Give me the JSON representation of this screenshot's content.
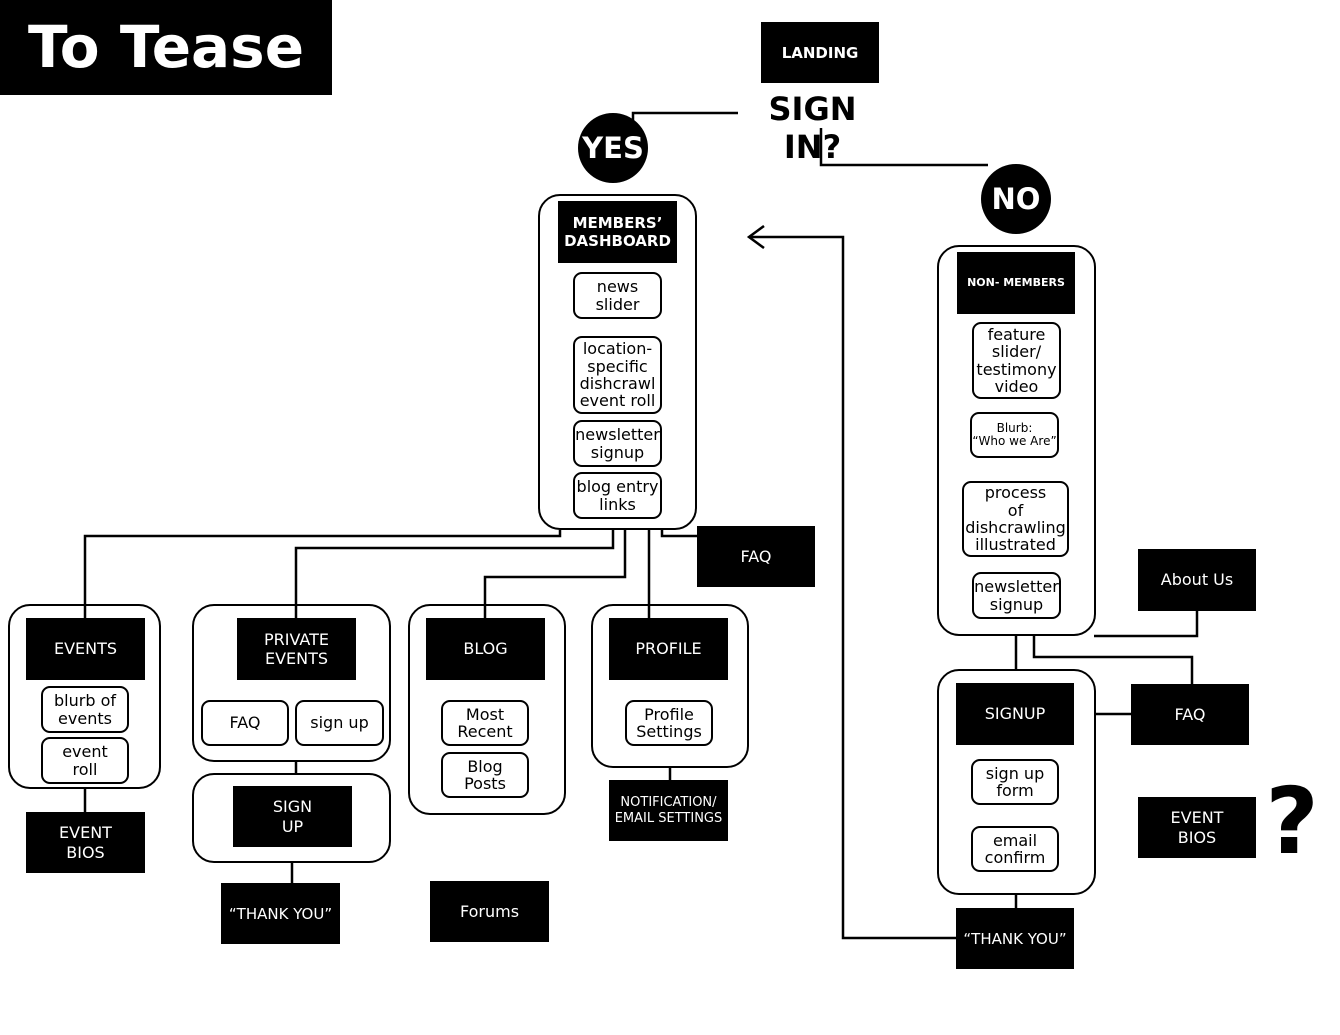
{
  "title": "To Tease",
  "landing": "LANDING",
  "sign_in": "SIGN IN?",
  "yes": "YES",
  "no": "NO",
  "members": {
    "header": "MEMBERS’\nDASHBOARD",
    "items": [
      "news\nslider",
      "location-\nspecific\ndishcrawl\nevent roll",
      "newsletter\nsignup",
      "blog entry\nlinks"
    ]
  },
  "non_members": {
    "header": "NON- MEMBERS",
    "items": [
      "feature\nslider/\ntestimony\nvideo",
      "Blurb:\n“Who we Are”",
      "process\nof\ndishcrawling\nillustrated",
      "newsletter\nsignup"
    ]
  },
  "events": {
    "header": "EVENTS",
    "items": [
      "blurb of\nevents",
      "event\nroll"
    ],
    "bios": "EVENT\nBIOS"
  },
  "private_events": {
    "header": "PRIVATE\nEVENTS",
    "items": [
      "FAQ",
      "sign up"
    ]
  },
  "sign_up": {
    "header": "SIGN\nUP",
    "thank_you": "“THANK YOU”"
  },
  "blog": {
    "header": "BLOG",
    "items": [
      "Most\nRecent",
      "Blog\nPosts"
    ]
  },
  "forums": "Forums",
  "profile": {
    "header": "PROFILE",
    "items": [
      "Profile\nSettings"
    ],
    "notification": "NOTIFICATION/\nEMAIL SETTINGS"
  },
  "faq_members": "FAQ",
  "about_us": "About Us",
  "signup": {
    "header": "SIGNUP",
    "items": [
      "sign up\nform",
      "email\nconfirm"
    ],
    "thank_you": "“THANK YOU”"
  },
  "faq_nonmembers": "FAQ",
  "event_bios_right": "EVENT\nBIOS",
  "question_mark": "?"
}
